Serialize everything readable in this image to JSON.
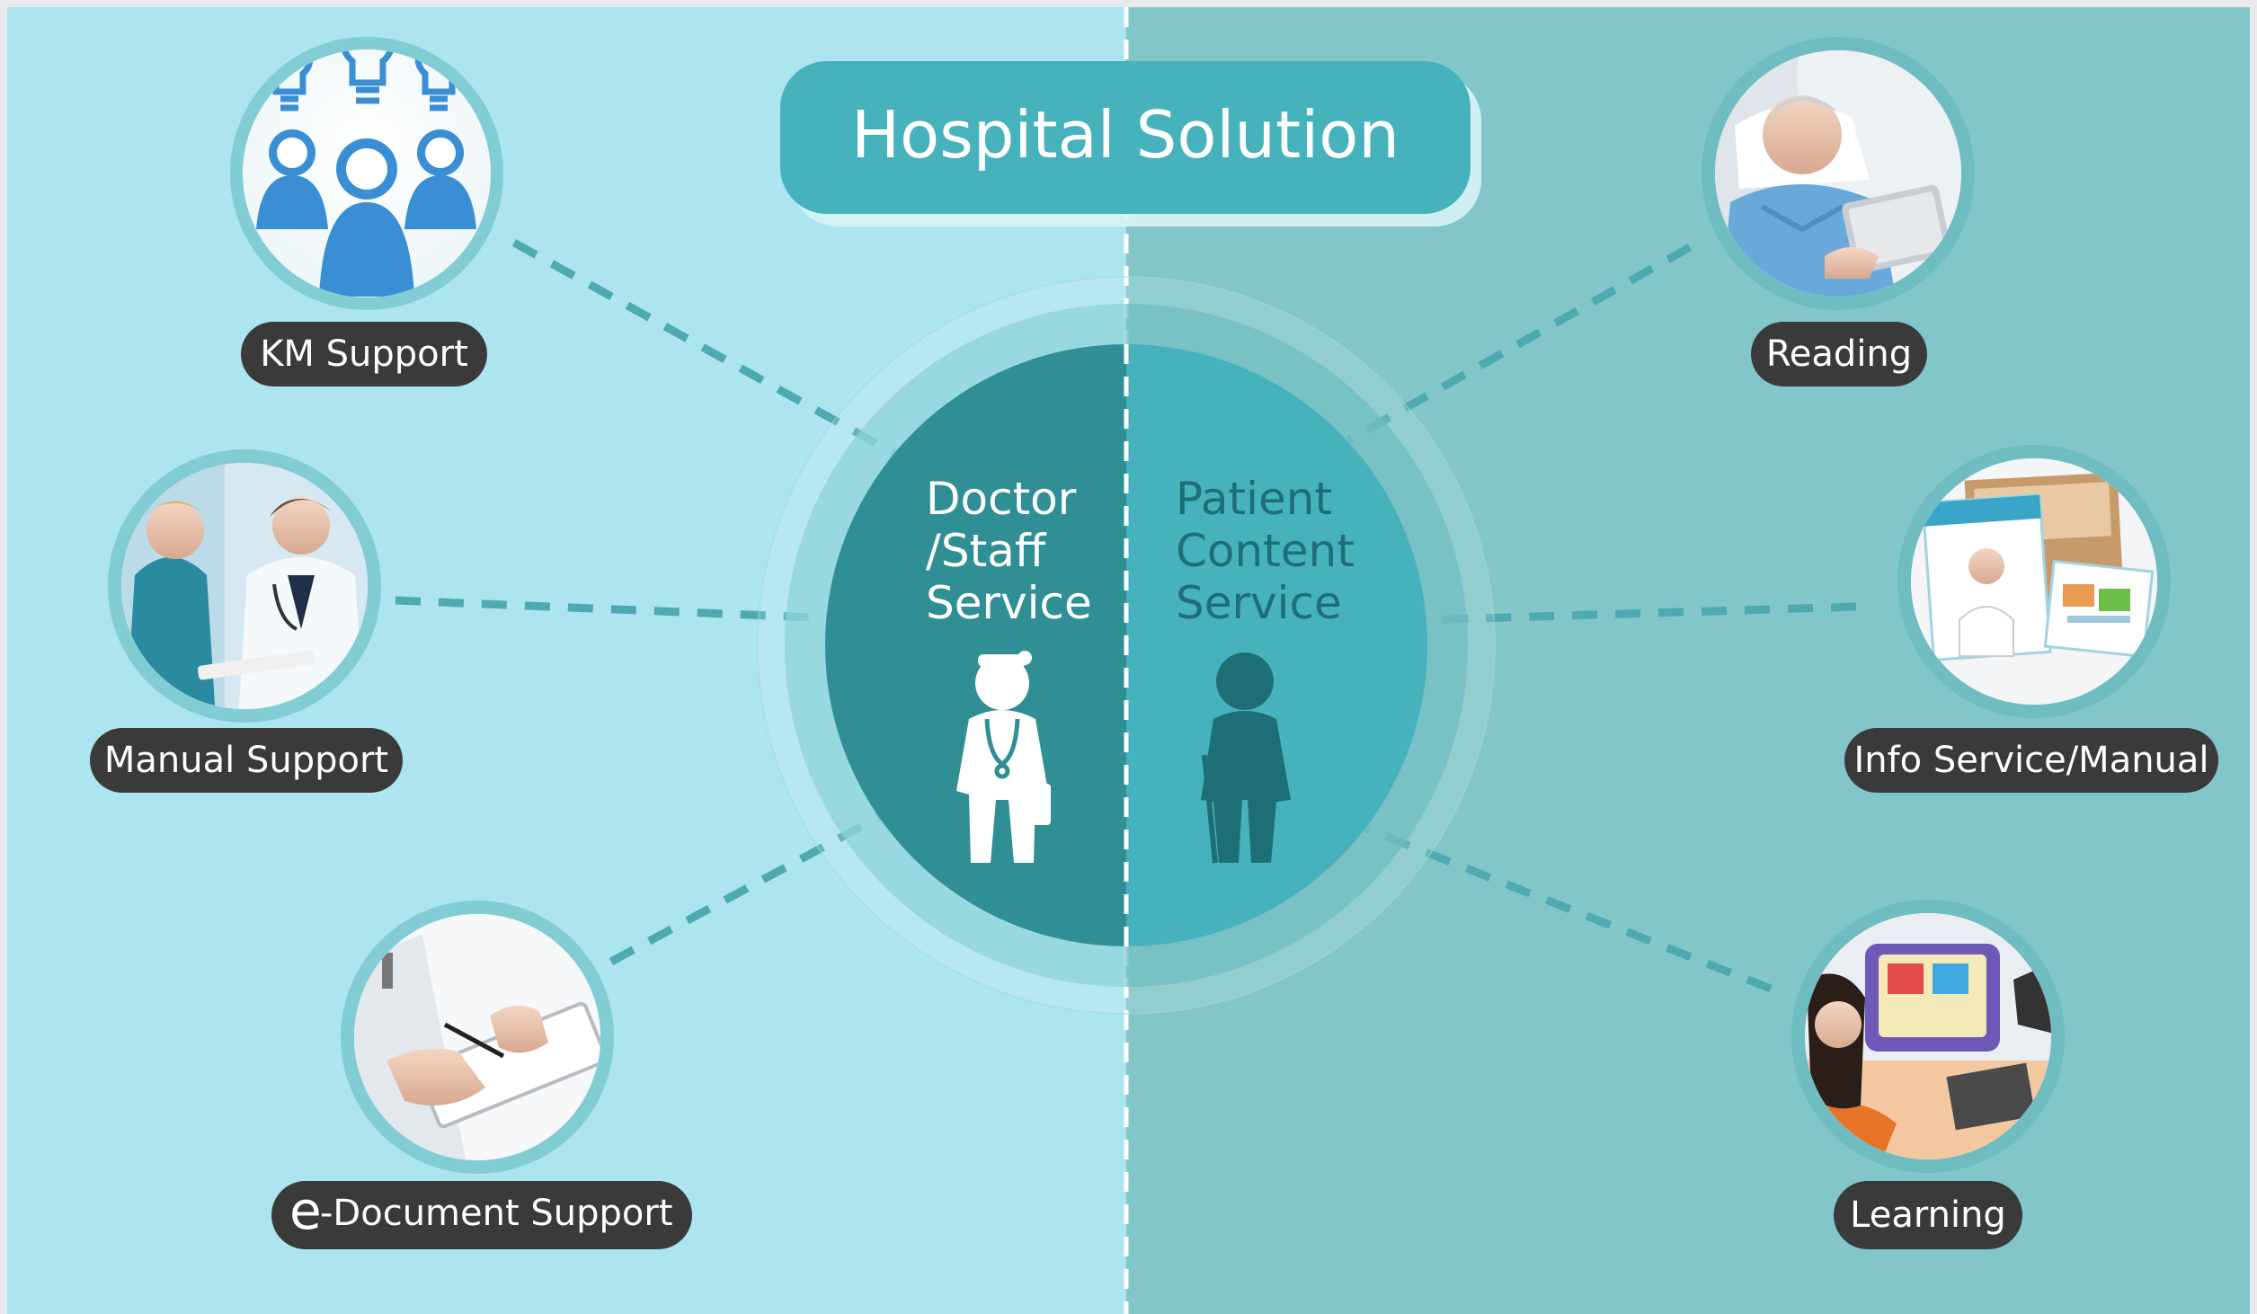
{
  "title": "Hospital Solution",
  "center": {
    "left_label": [
      "Doctor",
      "/Staff",
      "Service"
    ],
    "right_label": [
      "Patient",
      "Content",
      "Service"
    ]
  },
  "nodes": {
    "km_support": "KM Support",
    "manual_support": "Manual Support",
    "e_document_prefix": "e",
    "e_document_rest": "-Document Support",
    "reading": "Reading",
    "info_service": "Info Service/Manual",
    "learning": "Learning"
  },
  "colors": {
    "left_bg": "#ace4f0",
    "right_bg": "#82c6ca",
    "title_bg": "#46b2bc",
    "pill_bg": "#3a3a3a",
    "circle_dark": "#2f8f94",
    "circle_teal": "#46b2bc",
    "ring": "#82cdd4",
    "dash": "#4ea9b1"
  }
}
